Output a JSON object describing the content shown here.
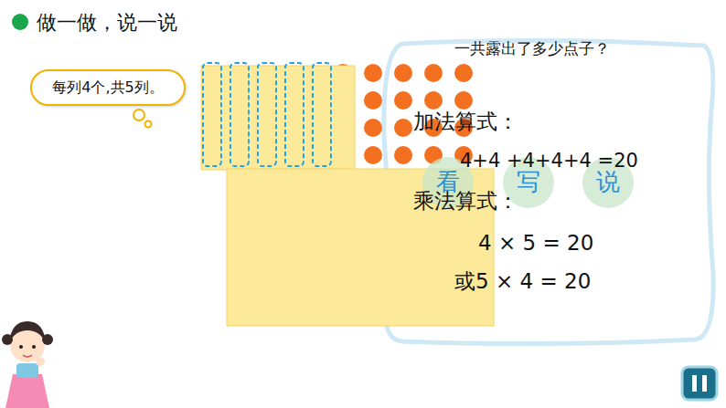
{
  "diagram": {
    "title": "做一做，说一说",
    "nodes": [
      {
        "text": [
          "每列4个,共5列。"
        ]
      },
      {
        "text": [
          "看"
        ]
      },
      {
        "text": [
          "写"
        ]
      },
      {
        "text": [
          "说"
        ]
      }
    ],
    "labels": [
      "一共露出了多少点子？",
      "加法算式：",
      "4+4 +4+4+4 =20",
      "乘法算式：",
      "4 × 5 = 20",
      "或5 × 4 = 20"
    ]
  }
}
